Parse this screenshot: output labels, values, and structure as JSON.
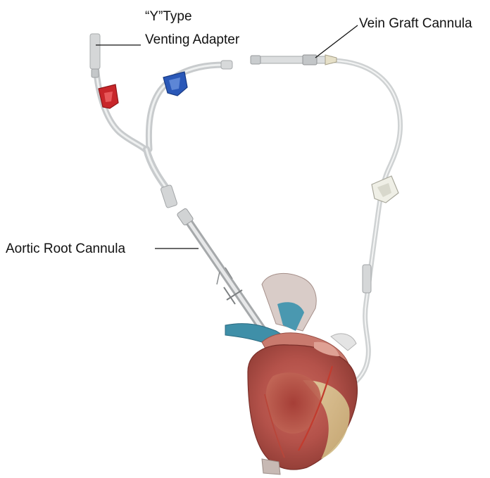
{
  "labels": {
    "y_type": "“Y”Type",
    "venting_adapter": "Venting Adapter",
    "vein_graft_cannula": "Vein Graft Cannula",
    "aortic_root_cannula": "Aortic Root Cannula"
  },
  "colors": {
    "clamp_red": "#c8262a",
    "clamp_blue": "#2a58b8",
    "tubing": "#d9dbdc",
    "heart_muscle": "#b8534a",
    "aorta_blue": "#3f8fa8",
    "leader_line": "#111111"
  }
}
